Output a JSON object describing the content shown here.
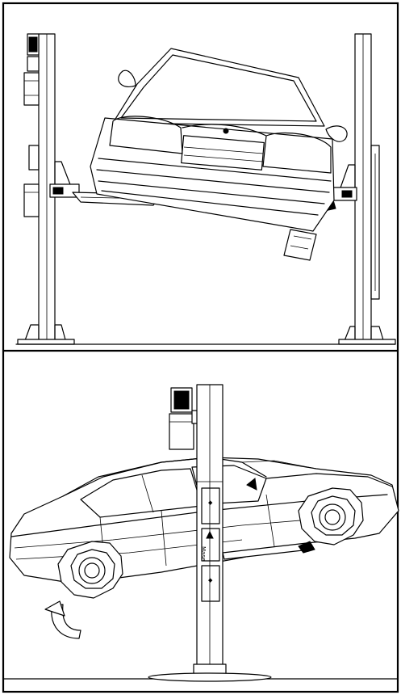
{
  "figure": {
    "panels": [
      "front-view",
      "side-view"
    ],
    "lift_sticker": {
      "text": "Mase"
    }
  }
}
